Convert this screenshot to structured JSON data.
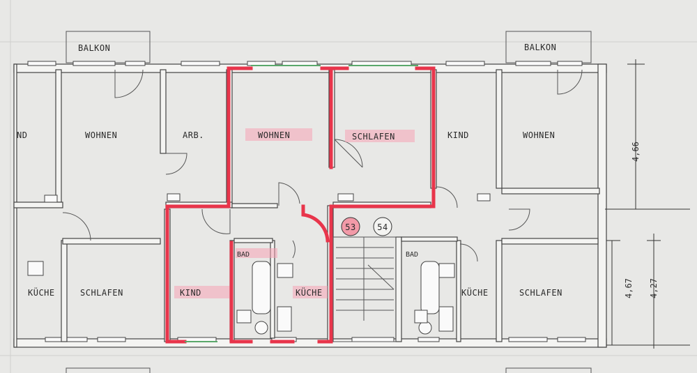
{
  "balconies": [
    "BALKON",
    "BALKON"
  ],
  "rooms": {
    "left_partial": "ND",
    "wohnen_1": "WOHNEN",
    "arb": "ARB.",
    "wohnen_2": "WOHNEN",
    "schlafen_top": "SCHLAFEN",
    "kind_top": "KIND",
    "wohnen_3": "WOHNEN",
    "kueche_left": "KÜCHE",
    "schlafen_1": "SCHLAFEN",
    "kind_mid": "KIND",
    "bad_1": "BAD",
    "kueche_1": "KÜCHE",
    "bad_2": "BAD",
    "kueche_2": "KÜCHE",
    "schlafen_2": "SCHLAFEN"
  },
  "apartment_numbers": [
    "53",
    "54"
  ],
  "dimensions": [
    "4,66",
    "4,67",
    "4,27"
  ],
  "colors": {
    "paper": "#e8e8e6",
    "wall_fill": "#f4f4f2",
    "ink": "#444444",
    "highlight_red": "#e8354b",
    "highlight_pink": "#f6a3b4",
    "window_green": "#5aa86b"
  }
}
